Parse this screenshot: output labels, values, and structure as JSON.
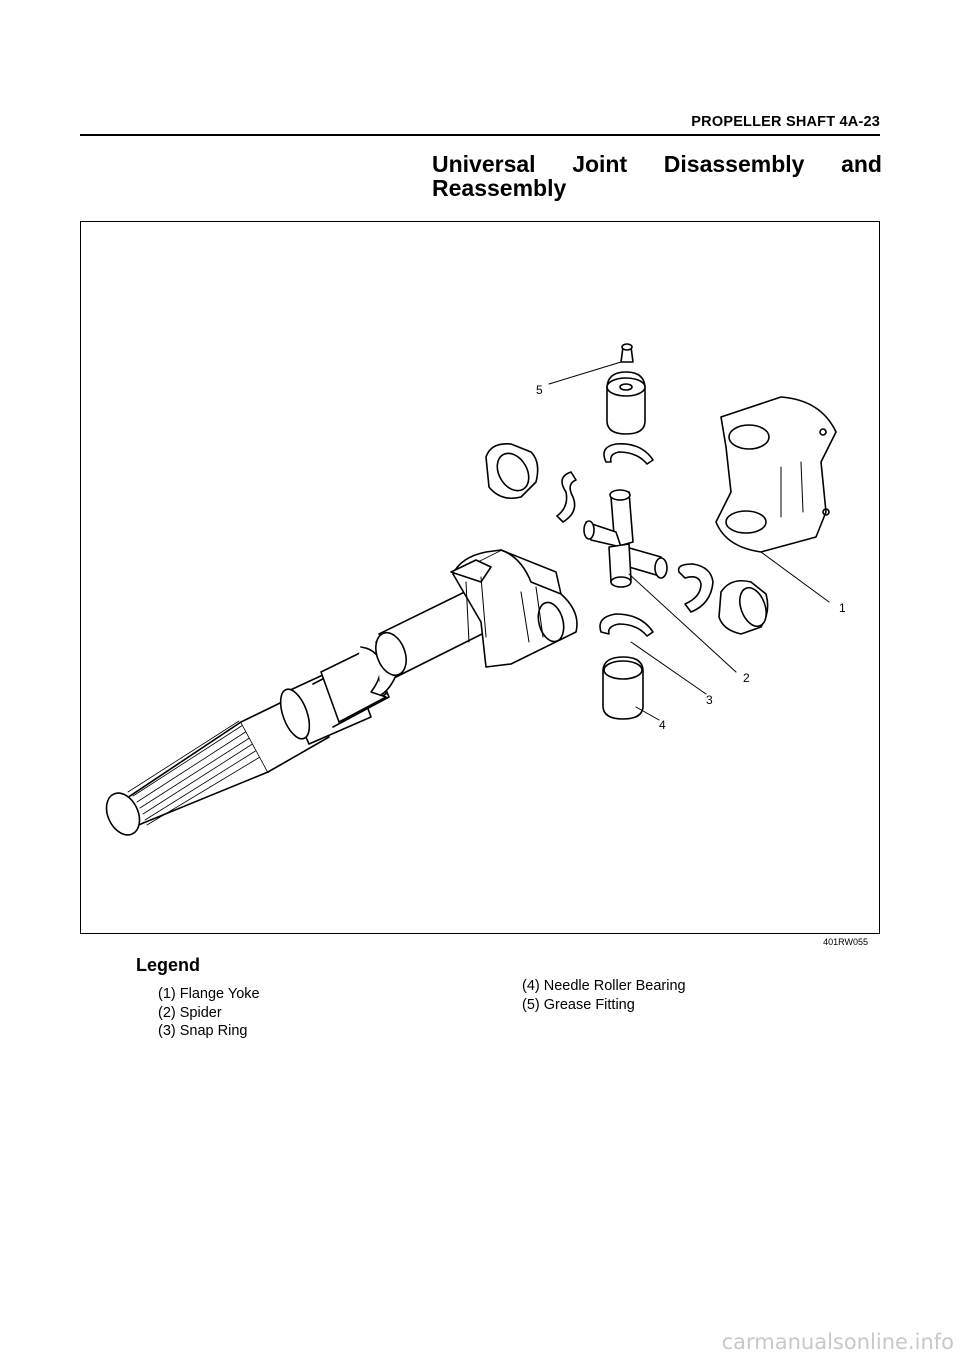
{
  "header": {
    "section": "PROPELLER SHAFT   4A-23"
  },
  "title": {
    "line1_words": [
      "Universal",
      "Joint",
      "Disassembly",
      "and"
    ],
    "line2": "Reassembly"
  },
  "figure": {
    "code": "401RW055",
    "callouts": [
      "1",
      "2",
      "3",
      "4",
      "5"
    ],
    "subject": "exploded view of universal joint"
  },
  "legend": {
    "title": "Legend",
    "col1": [
      "(1) Flange Yoke",
      "(2) Spider",
      "(3) Snap Ring"
    ],
    "col2": [
      "(4) Needle Roller Bearing",
      "(5) Grease Fitting"
    ]
  },
  "watermark": "carmanualsonline.info"
}
